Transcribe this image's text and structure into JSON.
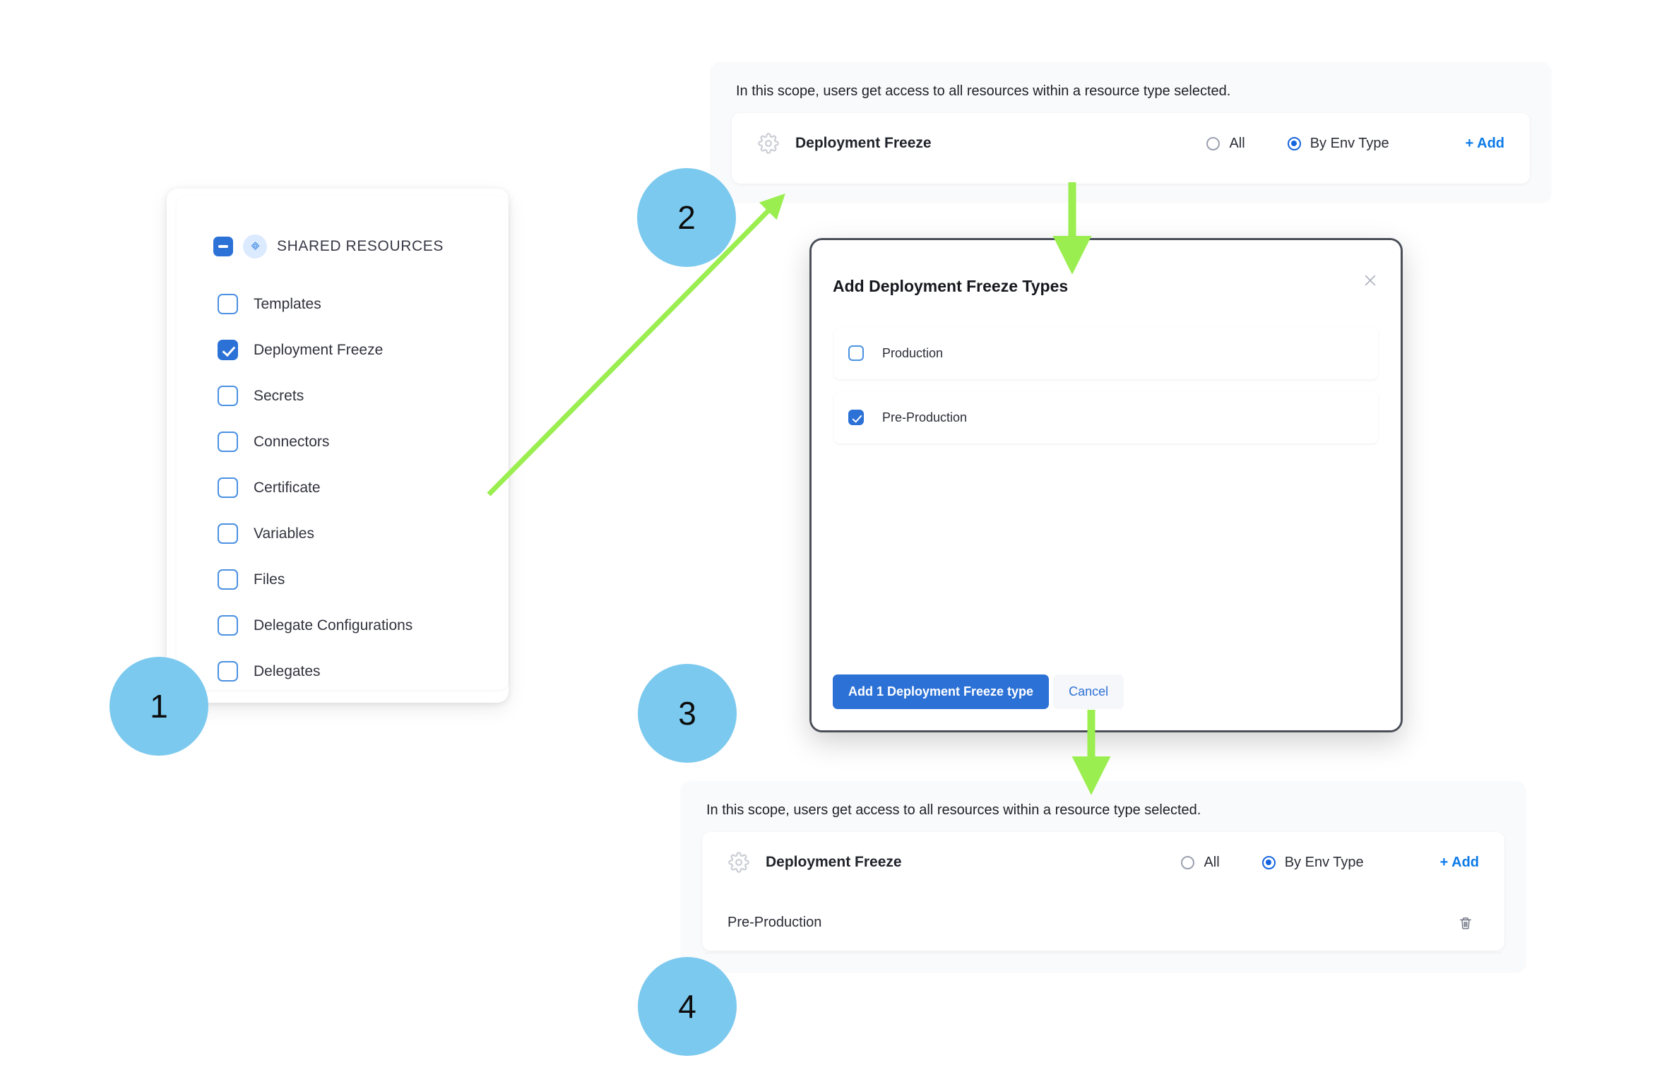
{
  "steps": [
    {
      "number": "1"
    },
    {
      "number": "2"
    },
    {
      "number": "3"
    },
    {
      "number": "4"
    }
  ],
  "resource_tree": {
    "header_label": "SHARED RESOURCES",
    "items": [
      {
        "label": "Templates",
        "checked": false
      },
      {
        "label": "Deployment Freeze",
        "checked": true
      },
      {
        "label": "Secrets",
        "checked": false
      },
      {
        "label": "Connectors",
        "checked": false
      },
      {
        "label": "Certificate",
        "checked": false
      },
      {
        "label": "Variables",
        "checked": false
      },
      {
        "label": "Files",
        "checked": false
      },
      {
        "label": "Delegate Configurations",
        "checked": false
      },
      {
        "label": "Delegates",
        "checked": false
      }
    ]
  },
  "scope_before": {
    "description": "In this scope, users get access to all resources within a resource type selected.",
    "resource_name": "Deployment Freeze",
    "option_all": "All",
    "option_by_env_type": "By Env Type",
    "selected_option": "By Env Type",
    "add_label": "+ Add"
  },
  "modal": {
    "title": "Add Deployment Freeze Types",
    "options": [
      {
        "label": "Production",
        "checked": false
      },
      {
        "label": "Pre-Production",
        "checked": true
      }
    ],
    "primary_button": "Add 1 Deployment Freeze type",
    "cancel_button": "Cancel"
  },
  "scope_after": {
    "description": "In this scope, users get access to all resources within a resource type selected.",
    "resource_name": "Deployment Freeze",
    "option_all": "All",
    "option_by_env_type": "By Env Type",
    "selected_option": "By Env Type",
    "add_label": "+ Add",
    "added_rows": [
      {
        "label": "Pre-Production"
      }
    ]
  },
  "colors": {
    "step_circle": "#7BC9EE",
    "arrow_green": "#9AEE4F",
    "accent_blue": "#2c71d6",
    "link_blue": "#0a7ae8",
    "panel_bg": "#f9fafc"
  }
}
